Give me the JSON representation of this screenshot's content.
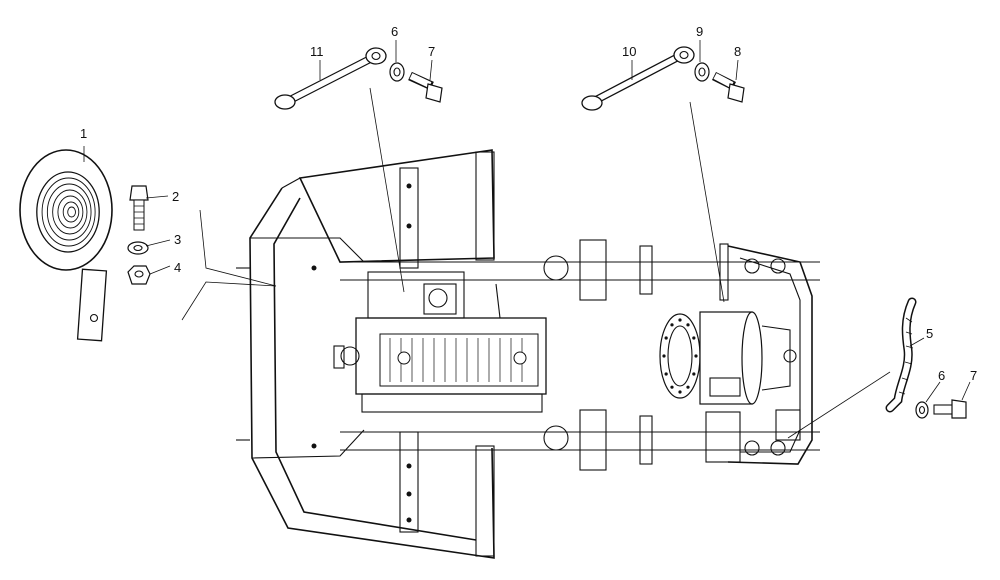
{
  "callouts": [
    {
      "id": "1",
      "label": "1",
      "part": "horn"
    },
    {
      "id": "2",
      "label": "2",
      "part": "horn-bolt"
    },
    {
      "id": "3",
      "label": "3",
      "part": "horn-washer"
    },
    {
      "id": "4",
      "label": "4",
      "part": "horn-nut"
    },
    {
      "id": "5",
      "label": "5",
      "part": "ground-strap"
    },
    {
      "id": "6a",
      "label": "6",
      "part": "washer-left-rod"
    },
    {
      "id": "6b",
      "label": "6",
      "part": "washer-ground-strap"
    },
    {
      "id": "7a",
      "label": "7",
      "part": "bolt-left-rod"
    },
    {
      "id": "7b",
      "label": "7",
      "part": "bolt-ground-strap"
    },
    {
      "id": "8",
      "label": "8",
      "part": "bolt-right-rod"
    },
    {
      "id": "9",
      "label": "9",
      "part": "washer-right-rod"
    },
    {
      "id": "10",
      "label": "10",
      "part": "right-tie-rod"
    },
    {
      "id": "11",
      "label": "11",
      "part": "left-tie-rod"
    }
  ],
  "colors": {
    "ink": "#111111",
    "paper": "#ffffff",
    "shade": "#cfcfcf"
  }
}
